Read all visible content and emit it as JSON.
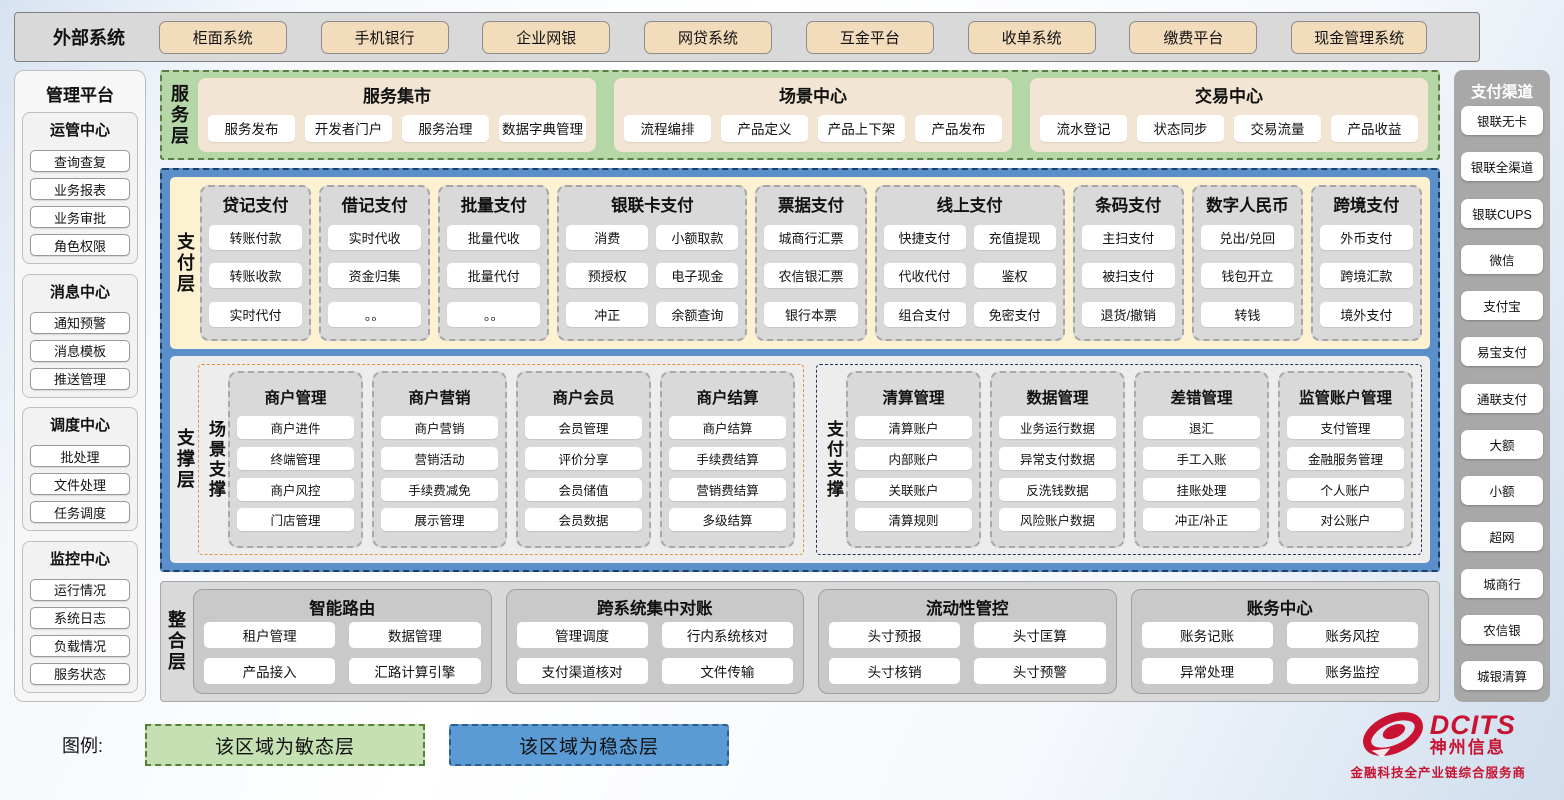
{
  "external_systems": {
    "label": "外部系统",
    "items": [
      "柜面系统",
      "手机银行",
      "企业网银",
      "网贷系统",
      "互金平台",
      "收单系统",
      "缴费平台",
      "现金管理系统"
    ]
  },
  "management_platform": {
    "title": "管理平台",
    "groups": [
      {
        "title": "运管中心",
        "items": [
          "查询查复",
          "业务报表",
          "业务审批",
          "角色权限"
        ]
      },
      {
        "title": "消息中心",
        "items": [
          "通知预警",
          "消息模板",
          "推送管理"
        ]
      },
      {
        "title": "调度中心",
        "items": [
          "批处理",
          "文件处理",
          "任务调度"
        ]
      },
      {
        "title": "监控中心",
        "items": [
          "运行情况",
          "系统日志",
          "负载情况",
          "服务状态"
        ]
      }
    ]
  },
  "service_layer": {
    "label": "服务层",
    "groups": [
      {
        "title": "服务集市",
        "items": [
          "服务发布",
          "开发者门户",
          "服务治理",
          "数据字典管理"
        ]
      },
      {
        "title": "场景中心",
        "items": [
          "流程编排",
          "产品定义",
          "产品上下架",
          "产品发布"
        ]
      },
      {
        "title": "交易中心",
        "items": [
          "流水登记",
          "状态同步",
          "交易流量",
          "产品收益"
        ]
      }
    ]
  },
  "payment_layer": {
    "label": "支付层",
    "columns": [
      {
        "title": "贷记支付",
        "cols": 1,
        "items": [
          "转账付款",
          "转账收款",
          "实时代付"
        ]
      },
      {
        "title": "借记支付",
        "cols": 1,
        "items": [
          "实时代收",
          "资金归集",
          "。。"
        ]
      },
      {
        "title": "批量支付",
        "cols": 1,
        "items": [
          "批量代收",
          "批量代付",
          "。。"
        ]
      },
      {
        "title": "银联卡支付",
        "cols": 2,
        "items": [
          "消费",
          "小额取款",
          "预授权",
          "电子现金",
          "冲正",
          "余额查询"
        ]
      },
      {
        "title": "票据支付",
        "cols": 1,
        "items": [
          "城商行汇票",
          "农信银汇票",
          "银行本票"
        ]
      },
      {
        "title": "线上支付",
        "cols": 2,
        "items": [
          "快捷支付",
          "充值提现",
          "代收代付",
          "鉴权",
          "组合支付",
          "免密支付"
        ]
      },
      {
        "title": "条码支付",
        "cols": 1,
        "items": [
          "主扫支付",
          "被扫支付",
          "退货/撤销"
        ]
      },
      {
        "title": "数字人民币",
        "cols": 1,
        "items": [
          "兑出/兑回",
          "钱包开立",
          "转钱"
        ]
      },
      {
        "title": "跨境支付",
        "cols": 1,
        "items": [
          "外币支付",
          "跨境汇款",
          "境外支付"
        ]
      }
    ]
  },
  "support_layer": {
    "label": "支撑层",
    "groups": [
      {
        "label": "场景支撑",
        "accent": "orange",
        "columns": [
          {
            "title": "商户管理",
            "items": [
              "商户进件",
              "终端管理",
              "商户风控",
              "门店管理"
            ]
          },
          {
            "title": "商户营销",
            "items": [
              "商户营销",
              "营销活动",
              "手续费减免",
              "展示管理"
            ]
          },
          {
            "title": "商户会员",
            "items": [
              "会员管理",
              "评价分享",
              "会员储值",
              "会员数据"
            ]
          },
          {
            "title": "商户结算",
            "items": [
              "商户结算",
              "手续费结算",
              "营销费结算",
              "多级结算"
            ]
          }
        ]
      },
      {
        "label": "支付支撑",
        "accent": "navy",
        "columns": [
          {
            "title": "清算管理",
            "items": [
              "清算账户",
              "内部账户",
              "关联账户",
              "清算规则"
            ]
          },
          {
            "title": "数据管理",
            "items": [
              "业务运行数据",
              "异常支付数据",
              "反洗钱数据",
              "风险账户数据"
            ]
          },
          {
            "title": "差错管理",
            "items": [
              "退汇",
              "手工入账",
              "挂账处理",
              "冲正/补正"
            ]
          },
          {
            "title": "监管账户管理",
            "items": [
              "支付管理",
              "金融服务管理",
              "个人账户",
              "对公账户"
            ]
          }
        ]
      }
    ]
  },
  "integration_layer": {
    "label": "整合层",
    "groups": [
      {
        "title": "智能路由",
        "items": [
          "租户管理",
          "数据管理",
          "产品接入",
          "汇路计算引擎"
        ]
      },
      {
        "title": "跨系统集中对账",
        "items": [
          "管理调度",
          "行内系统核对",
          "支付渠道核对",
          "文件传输"
        ]
      },
      {
        "title": "流动性管控",
        "items": [
          "头寸预报",
          "头寸匡算",
          "头寸核销",
          "头寸预警"
        ]
      },
      {
        "title": "账务中心",
        "items": [
          "账务记账",
          "账务风控",
          "异常处理",
          "账务监控"
        ]
      }
    ]
  },
  "payment_channels": {
    "title": "支付渠道",
    "items": [
      "银联无卡",
      "银联全渠道",
      "银联CUPS",
      "微信",
      "支付宝",
      "易宝支付",
      "通联支付",
      "大额",
      "小额",
      "超网",
      "城商行",
      "农信银",
      "城银清算"
    ]
  },
  "legend": {
    "label": "图例:",
    "items": [
      {
        "text": "该区域为敏态层",
        "type": "agile"
      },
      {
        "text": "该区域为稳态层",
        "type": "stable"
      }
    ]
  },
  "logo": {
    "brand": "DCITS",
    "company": "神州信息",
    "tagline": "金融科技全产业链综合服务商"
  },
  "colors": {
    "agile_green": "#b5d6a7",
    "stable_blue": "#5b8fc9",
    "legend_green": "#c5e0b3",
    "legend_blue": "#5b9bd5",
    "payment_cream": "#fcf2d2",
    "panel_gray": "#d9d9d9",
    "channel_gray": "#a8a8a8",
    "tan_button": "#f2dcbc",
    "scene_accent_orange": "#e0943c",
    "pay_accent_navy": "#22375c",
    "brand_red": "#c81432"
  }
}
